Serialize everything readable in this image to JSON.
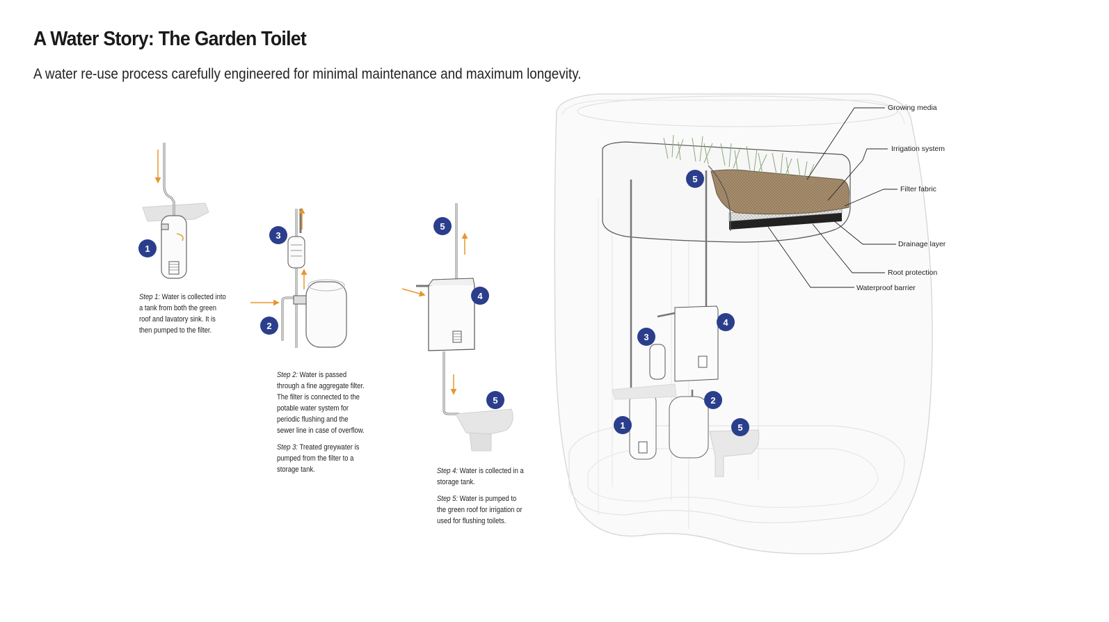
{
  "title": "A Water Story: The Garden Toilet",
  "subtitle": "A water re-use process carefully engineered for minimal maintenance and maximum longevity.",
  "colors": {
    "badge": "#2b3e8c",
    "arrow": "#e8962e",
    "outline": "#5a5a5a",
    "soil": "#a08868",
    "plants": "#8aa878"
  },
  "badges": {
    "one": "1",
    "two": "2",
    "three": "3",
    "four": "4",
    "five": "5"
  },
  "steps": {
    "step1": {
      "label": "Step 1:",
      "text": "Water is collected into a tank from both the green roof and lavatory sink. It is then pumped to the filter."
    },
    "step2": {
      "label": "Step 2:",
      "text": "Water is passed through a fine aggregate filter. The filter is connected to the potable water system for periodic flushing and the sewer line in case of overflow."
    },
    "step3": {
      "label": "Step 3:",
      "text": "Treated greywater is pumped from the filter to a storage tank."
    },
    "step4": {
      "label": "Step 4:",
      "text": "Water is collected in a storage tank."
    },
    "step5": {
      "label": "Step 5:",
      "text": "Water is pumped to the green roof for irrigation or used for flushing toilets."
    }
  },
  "layers": {
    "growing_media": "Growing media",
    "irrigation_system": "Irrigation system",
    "filter_fabric": "Filter fabric",
    "drainage_layer": "Drainage layer",
    "root_protection": "Root protection",
    "waterproof_barrier": "Waterproof barrier"
  }
}
